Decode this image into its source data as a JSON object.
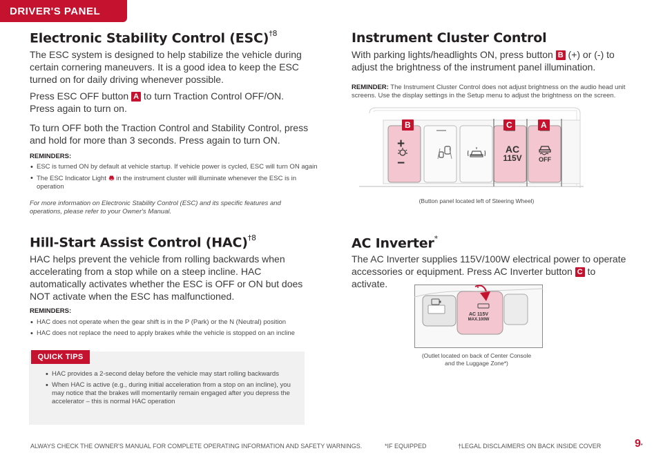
{
  "header": {
    "tab_label": "DRIVER'S PANEL"
  },
  "esc": {
    "title": "Electronic Stability Control (ESC)",
    "title_sup": "†8",
    "p1": "The ESC system is designed to help stabilize the vehicle during certain cornering maneuvers. It is a good idea to keep the ESC turned on for daily driving whenever possible.",
    "p2_before": "Press ESC OFF button ",
    "p2_badge": "A",
    "p2_after": " to turn Traction Control OFF/ON. Press again to turn on.",
    "p3": "To turn OFF both the Traction Control and Stability Control, press and hold for more than 3 seconds. Press again to turn ON.",
    "reminders_label": "REMINDERS:",
    "reminder1": "ESC is turned ON by default at vehicle startup. If vehicle power is cycled, ESC will turn ON again",
    "reminder2_before": "The ESC Indicator Light ",
    "reminder2_after": " in the instrument cluster will illuminate whenever the ESC is in operation",
    "note": "For more information on Electronic Stability Control (ESC) and its specific features and operations, please refer to your Owner's Manual."
  },
  "hac": {
    "title": "Hill-Start Assist Control (HAC)",
    "title_sup": "†8",
    "p1": "HAC helps prevent the vehicle from rolling backwards when accelerating from a stop while on a steep incline. HAC automatically activates whether the ESC is OFF or ON but does NOT activate when the ESC has malfunctioned.",
    "reminders_label": "REMINDERS:",
    "reminder1": "HAC does not operate when the gear shift is in the P (Park) or the N (Neutral) position",
    "reminder2": "HAC does not replace the need to apply brakes while the vehicle is stopped on an incline"
  },
  "quick_tips": {
    "label": "QUICK TIPS",
    "tip1": "HAC provides a 2-second delay before the vehicle may start rolling backwards",
    "tip2": "When HAC is active (e.g., during initial acceleration from a stop on an incline), you may notice that the brakes will momentarily remain engaged after you depress the accelerator – this is normal HAC operation"
  },
  "cluster": {
    "title": "Instrument Cluster Control",
    "p1_before": "With parking lights/headlights ON, press button ",
    "p1_badge": "B",
    "p1_after": " (+) or (-) to adjust the brightness of the instrument panel illumination.",
    "reminder_label": "REMINDER:",
    "reminder_text": " The Instrument Cluster Control does not adjust brightness on the audio head unit screens. Use the display settings in the Setup menu to adjust the brightness on the screen.",
    "callouts": {
      "b": "B",
      "c": "C",
      "a": "A"
    },
    "btn_plus": "+",
    "btn_minus": "−",
    "btn_ac": "AC",
    "btn_115v": "115V",
    "btn_off": "OFF",
    "caption": "(Button panel located left of Steering Wheel)"
  },
  "ac": {
    "title": "AC Inverter",
    "title_sup": "*",
    "p1_before": "The AC Inverter supplies 115V/100W electrical power to operate accessories or equipment. Press AC Inverter button ",
    "p1_badge": "C",
    "p1_after": " to activate.",
    "outlet_line1": "AC 115V",
    "outlet_line2": "MAX.100W",
    "caption_line1": "(Outlet located on back of Center Console",
    "caption_line2": "and the Luggage Zone*)"
  },
  "footer": {
    "warning": "ALWAYS CHECK THE OWNER'S MANUAL FOR COMPLETE OPERATING INFORMATION AND SAFETY WARNINGS.",
    "equipped": "*IF EQUIPPED",
    "legal": "†LEGAL DISCLAIMERS ON BACK INSIDE COVER",
    "page_number": "9",
    "page_sub": "*"
  },
  "colors": {
    "accent": "#c4122f",
    "panel_pink": "#f3c6d0",
    "tip_bg": "#f1f1f1"
  },
  "icons": [
    "brightness-icon",
    "lane-assist-icon",
    "parking-assist-icon",
    "esc-off-icon",
    "esc-indicator-icon",
    "power-outlet-icon",
    "arrow-down-icon"
  ]
}
